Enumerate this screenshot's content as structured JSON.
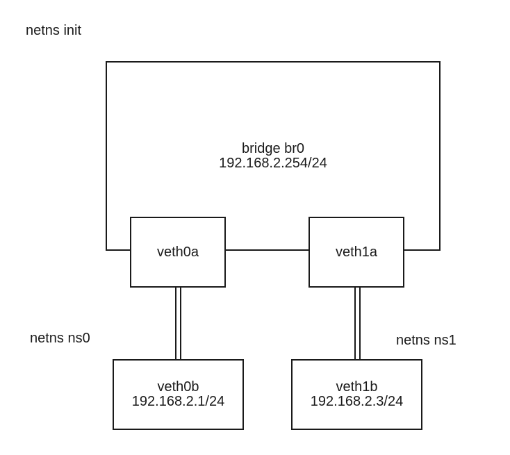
{
  "diagram": {
    "background_color": "#ffffff",
    "stroke_color": "#1a1a1a",
    "namespace_labels": {
      "init": {
        "text": "netns init"
      },
      "ns0": {
        "text": "netns ns0"
      },
      "ns1": {
        "text": "netns ns1"
      }
    },
    "nodes": {
      "bridge": {
        "title": "bridge br0",
        "subtitle": "192.168.2.254/24"
      },
      "veth0a": {
        "title": "veth0a"
      },
      "veth1a": {
        "title": "veth1a"
      },
      "veth0b": {
        "title": "veth0b",
        "subtitle": "192.168.2.1/24"
      },
      "veth1b": {
        "title": "veth1b",
        "subtitle": "192.168.2.3/24"
      }
    },
    "links": [
      {
        "id": "veth0-pair",
        "from": "veth0a",
        "to": "veth0b",
        "style": "double-line"
      },
      {
        "id": "veth1-pair",
        "from": "veth1a",
        "to": "veth1b",
        "style": "double-line"
      }
    ]
  }
}
